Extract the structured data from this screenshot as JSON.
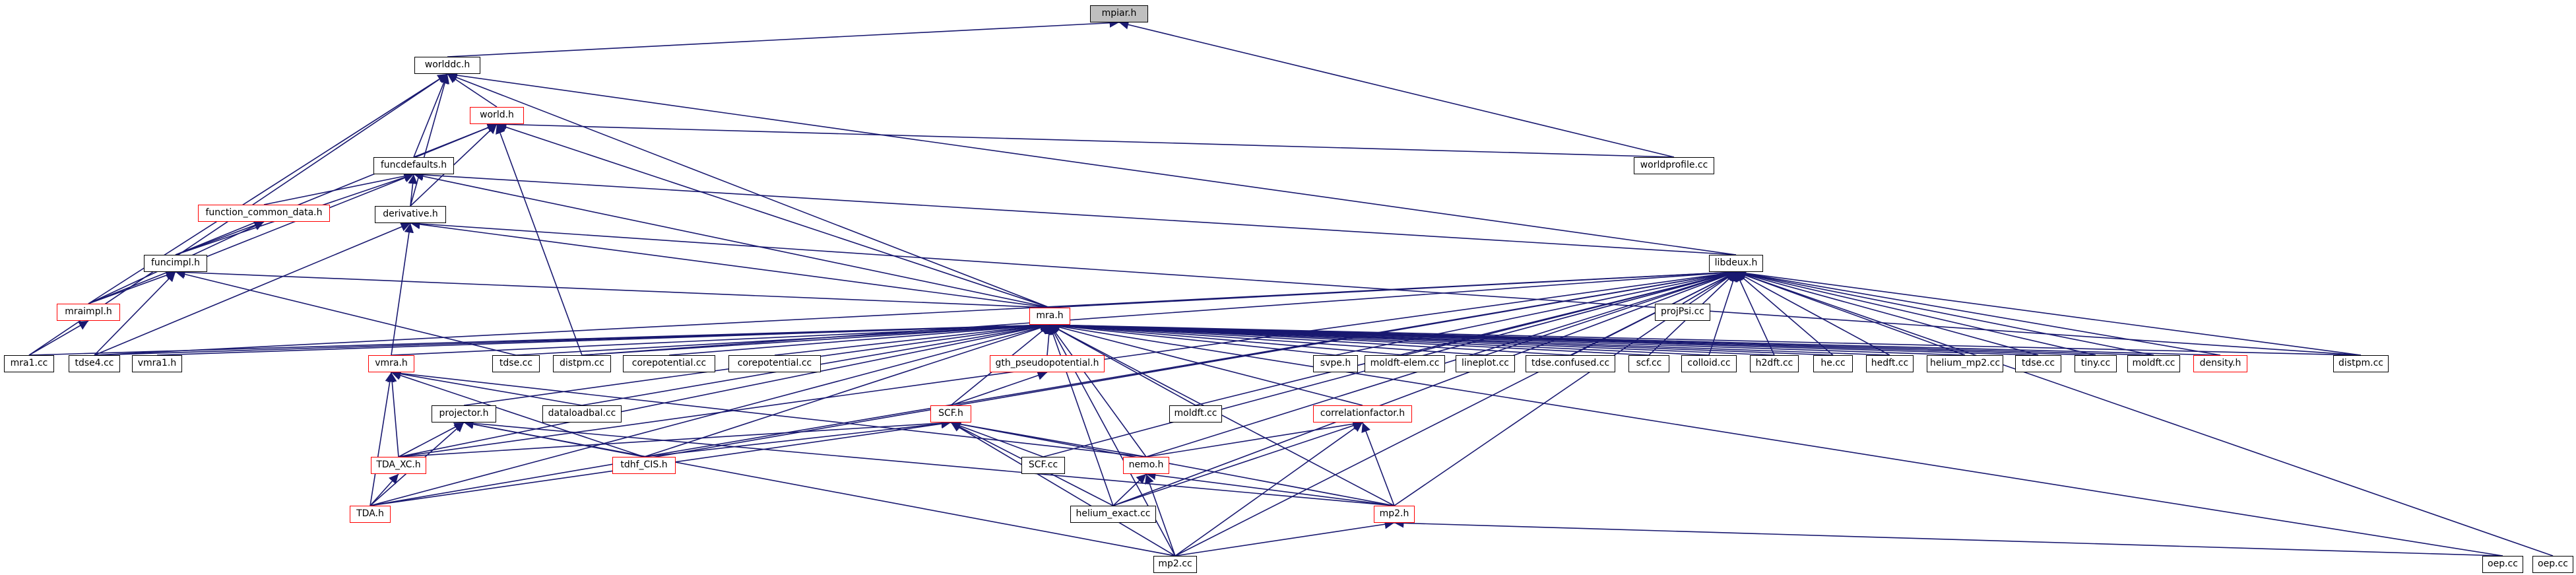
{
  "colors": {
    "edge": "#191970",
    "linked_border": "#000000",
    "unlinked_border": "#ff0000",
    "root_fill": "#bfbfbf"
  },
  "nodes": [
    {
      "id": "mpiar_h",
      "label": "mpiar.h",
      "red": false,
      "root": true
    },
    {
      "id": "worlddc_h",
      "label": "worlddc.h",
      "red": false
    },
    {
      "id": "world_h",
      "label": "world.h",
      "red": true
    },
    {
      "id": "funcdefaults_h",
      "label": "funcdefaults.h",
      "red": false
    },
    {
      "id": "function_common_data_h",
      "label": "function_common_data.h",
      "red": true
    },
    {
      "id": "derivative_h",
      "label": "derivative.h",
      "red": false
    },
    {
      "id": "funcimpl_h",
      "label": "funcimpl.h",
      "red": false
    },
    {
      "id": "mraimpl_h",
      "label": "mraimpl.h",
      "red": true
    },
    {
      "id": "mra1_cc",
      "label": "mra1.cc",
      "red": false
    },
    {
      "id": "tdse4_cc",
      "label": "tdse4.cc",
      "red": false
    },
    {
      "id": "vmra1_h",
      "label": "vmra1.h",
      "red": false
    },
    {
      "id": "vmra_h",
      "label": "vmra.h",
      "red": true
    },
    {
      "id": "mra_h",
      "label": "mra.h",
      "red": true
    },
    {
      "id": "tdse_cc_1",
      "label": "tdse.cc",
      "red": false
    },
    {
      "id": "distpm_cc_1",
      "label": "distpm.cc",
      "red": false
    },
    {
      "id": "corepotential_cc_1",
      "label": "corepotential.cc",
      "red": false
    },
    {
      "id": "corepotential_cc_2",
      "label": "corepotential.cc",
      "red": false
    },
    {
      "id": "gth_pseudopotential_h",
      "label": "gth_pseudopotential.h",
      "red": true
    },
    {
      "id": "projector_h",
      "label": "projector.h",
      "red": false
    },
    {
      "id": "dataloadbal_cc",
      "label": "dataloadbal.cc",
      "red": false
    },
    {
      "id": "scf_h",
      "label": "SCF.h",
      "red": true
    },
    {
      "id": "tda_xc_h",
      "label": "TDA_XC.h",
      "red": true
    },
    {
      "id": "tdhf_cis_h",
      "label": "tdhf_CIS.h",
      "red": true
    },
    {
      "id": "tda_h",
      "label": "TDA.h",
      "red": true
    },
    {
      "id": "scf_cc",
      "label": "SCF.cc",
      "red": false
    },
    {
      "id": "nemo_h",
      "label": "nemo.h",
      "red": true
    },
    {
      "id": "helium_exact_cc",
      "label": "helium_exact.cc",
      "red": false
    },
    {
      "id": "mp2_cc",
      "label": "mp2.cc",
      "red": false
    },
    {
      "id": "svpe_h",
      "label": "svpe.h",
      "red": false
    },
    {
      "id": "moldft_cc_1",
      "label": "moldft.cc",
      "red": false
    },
    {
      "id": "moldft_elem_cc",
      "label": "moldft-elem.cc",
      "red": false
    },
    {
      "id": "lineplot_cc",
      "label": "lineplot.cc",
      "red": false
    },
    {
      "id": "correlationfactor_h",
      "label": "correlationfactor.h",
      "red": true
    },
    {
      "id": "mp2_h",
      "label": "mp2.h",
      "red": true
    },
    {
      "id": "tdse_confused_cc",
      "label": "tdse.confused.cc",
      "red": false
    },
    {
      "id": "scf_cc_lower",
      "label": "scf.cc",
      "red": false
    },
    {
      "id": "colloid_cc",
      "label": "colloid.cc",
      "red": false
    },
    {
      "id": "h2dft_cc",
      "label": "h2dft.cc",
      "red": false
    },
    {
      "id": "he_cc",
      "label": "he.cc",
      "red": false
    },
    {
      "id": "hedft_cc",
      "label": "hedft.cc",
      "red": false
    },
    {
      "id": "helium_mp2_cc",
      "label": "helium_mp2.cc",
      "red": false
    },
    {
      "id": "tdse_cc_2",
      "label": "tdse.cc",
      "red": false
    },
    {
      "id": "tiny_cc",
      "label": "tiny.cc",
      "red": false
    },
    {
      "id": "moldft_cc_2",
      "label": "moldft.cc",
      "red": false
    },
    {
      "id": "density_h",
      "label": "density.h",
      "red": true
    },
    {
      "id": "distpm_cc_2",
      "label": "distpm.cc",
      "red": false
    },
    {
      "id": "libdeux_h",
      "label": "libdeux.h",
      "red": false
    },
    {
      "id": "projpsi_cc",
      "label": "projPsi.cc",
      "red": false
    },
    {
      "id": "worldprofile_cc",
      "label": "worldprofile.cc",
      "red": false
    },
    {
      "id": "oep_cc_1",
      "label": "oep.cc",
      "red": false
    },
    {
      "id": "oep_cc_2",
      "label": "oep.cc",
      "red": false
    }
  ],
  "edges": [
    [
      "worlddc_h",
      "mpiar_h"
    ],
    [
      "worldprofile_cc",
      "mpiar_h"
    ],
    [
      "world_h",
      "worlddc_h"
    ],
    [
      "funcdefaults_h",
      "worlddc_h"
    ],
    [
      "derivative_h",
      "worlddc_h"
    ],
    [
      "mraimpl_h",
      "worlddc_h"
    ],
    [
      "mra1_cc",
      "worlddc_h"
    ],
    [
      "mra_h",
      "worlddc_h"
    ],
    [
      "libdeux_h",
      "worlddc_h"
    ],
    [
      "funcdefaults_h",
      "world_h"
    ],
    [
      "derivative_h",
      "world_h"
    ],
    [
      "funcimpl_h",
      "world_h"
    ],
    [
      "mra_h",
      "world_h"
    ],
    [
      "distpm_cc_1",
      "world_h"
    ],
    [
      "worldprofile_cc",
      "world_h"
    ],
    [
      "function_common_data_h",
      "funcdefaults_h"
    ],
    [
      "derivative_h",
      "funcdefaults_h"
    ],
    [
      "funcimpl_h",
      "funcdefaults_h"
    ],
    [
      "mra_h",
      "funcdefaults_h"
    ],
    [
      "libdeux_h",
      "funcdefaults_h"
    ],
    [
      "mraimpl_h",
      "funcdefaults_h"
    ],
    [
      "funcimpl_h",
      "function_common_data_h"
    ],
    [
      "mraimpl_h",
      "function_common_data_h"
    ],
    [
      "mra_h",
      "derivative_h"
    ],
    [
      "vmra_h",
      "derivative_h"
    ],
    [
      "tdse4_cc",
      "derivative_h"
    ],
    [
      "distpm_cc_2",
      "derivative_h"
    ],
    [
      "mraimpl_h",
      "funcimpl_h"
    ],
    [
      "tdse4_cc",
      "funcimpl_h"
    ],
    [
      "mra_h",
      "funcimpl_h"
    ],
    [
      "tdse_cc_1",
      "funcimpl_h"
    ],
    [
      "mra1_cc",
      "mraimpl_h"
    ],
    [
      "mra1_cc",
      "mra_h"
    ],
    [
      "tdse4_cc",
      "mra_h"
    ],
    [
      "vmra1_h",
      "mra_h"
    ],
    [
      "vmra_h",
      "mra_h"
    ],
    [
      "tdse_cc_1",
      "mra_h"
    ],
    [
      "distpm_cc_1",
      "mra_h"
    ],
    [
      "corepotential_cc_1",
      "mra_h"
    ],
    [
      "corepotential_cc_2",
      "mra_h"
    ],
    [
      "gth_pseudopotential_h",
      "mra_h"
    ],
    [
      "projector_h",
      "mra_h"
    ],
    [
      "dataloadbal_cc",
      "mra_h"
    ],
    [
      "scf_h",
      "mra_h"
    ],
    [
      "tda_xc_h",
      "mra_h"
    ],
    [
      "tdhf_cis_h",
      "mra_h"
    ],
    [
      "tda_h",
      "mra_h"
    ],
    [
      "nemo_h",
      "mra_h"
    ],
    [
      "helium_exact_cc",
      "mra_h"
    ],
    [
      "mp2_cc",
      "mra_h"
    ],
    [
      "svpe_h",
      "mra_h"
    ],
    [
      "moldft_cc_1",
      "mra_h"
    ],
    [
      "moldft_elem_cc",
      "mra_h"
    ],
    [
      "lineplot_cc",
      "mra_h"
    ],
    [
      "correlationfactor_h",
      "mra_h"
    ],
    [
      "mp2_h",
      "mra_h"
    ],
    [
      "tdse_confused_cc",
      "mra_h"
    ],
    [
      "scf_cc_lower",
      "mra_h"
    ],
    [
      "colloid_cc",
      "mra_h"
    ],
    [
      "h2dft_cc",
      "mra_h"
    ],
    [
      "he_cc",
      "mra_h"
    ],
    [
      "hedft_cc",
      "mra_h"
    ],
    [
      "helium_mp2_cc",
      "mra_h"
    ],
    [
      "tdse_cc_2",
      "mra_h"
    ],
    [
      "tiny_cc",
      "mra_h"
    ],
    [
      "moldft_cc_2",
      "mra_h"
    ],
    [
      "density_h",
      "mra_h"
    ],
    [
      "distpm_cc_2",
      "mra_h"
    ],
    [
      "oep_cc_1",
      "mra_h"
    ],
    [
      "dataloadbal_cc",
      "vmra_h"
    ],
    [
      "tda_xc_h",
      "vmra_h"
    ],
    [
      "tda_h",
      "vmra_h"
    ],
    [
      "tdhf_cis_h",
      "vmra_h"
    ],
    [
      "nemo_h",
      "vmra_h"
    ],
    [
      "scf_h",
      "gth_pseudopotential_h"
    ],
    [
      "tda_xc_h",
      "projector_h"
    ],
    [
      "tda_h",
      "projector_h"
    ],
    [
      "tdhf_cis_h",
      "projector_h"
    ],
    [
      "mp2_cc",
      "projector_h"
    ],
    [
      "mp2_h",
      "projector_h"
    ],
    [
      "tda_xc_h",
      "scf_h"
    ],
    [
      "tdhf_cis_h",
      "scf_h"
    ],
    [
      "tda_h",
      "scf_h"
    ],
    [
      "scf_cc",
      "scf_h"
    ],
    [
      "nemo_h",
      "scf_h"
    ],
    [
      "helium_exact_cc",
      "scf_h"
    ],
    [
      "mp2_cc",
      "scf_h"
    ],
    [
      "mp2_h",
      "scf_h"
    ],
    [
      "tda_h",
      "tda_xc_h"
    ],
    [
      "helium_exact_cc",
      "nemo_h"
    ],
    [
      "mp2_cc",
      "nemo_h"
    ],
    [
      "mp2_h",
      "nemo_h"
    ],
    [
      "nemo_h",
      "correlationfactor_h"
    ],
    [
      "helium_exact_cc",
      "correlationfactor_h"
    ],
    [
      "mp2_cc",
      "correlationfactor_h"
    ],
    [
      "mp2_h",
      "correlationfactor_h"
    ],
    [
      "mp2_cc",
      "mp2_h"
    ],
    [
      "oep_cc_1",
      "mp2_h"
    ],
    [
      "mra_h",
      "libdeux_h"
    ],
    [
      "tdse4_cc",
      "libdeux_h"
    ],
    [
      "tda_xc_h",
      "libdeux_h"
    ],
    [
      "tdhf_cis_h",
      "libdeux_h"
    ],
    [
      "tda_h",
      "libdeux_h"
    ],
    [
      "distpm_cc_1",
      "libdeux_h"
    ],
    [
      "svpe_h",
      "libdeux_h"
    ],
    [
      "moldft_cc_1",
      "libdeux_h"
    ],
    [
      "moldft_elem_cc",
      "libdeux_h"
    ],
    [
      "lineplot_cc",
      "libdeux_h"
    ],
    [
      "tdse_confused_cc",
      "libdeux_h"
    ],
    [
      "projpsi_cc",
      "libdeux_h"
    ],
    [
      "scf_cc_lower",
      "libdeux_h"
    ],
    [
      "colloid_cc",
      "libdeux_h"
    ],
    [
      "h2dft_cc",
      "libdeux_h"
    ],
    [
      "he_cc",
      "libdeux_h"
    ],
    [
      "hedft_cc",
      "libdeux_h"
    ],
    [
      "helium_mp2_cc",
      "libdeux_h"
    ],
    [
      "tdse_cc_2",
      "libdeux_h"
    ],
    [
      "tiny_cc",
      "libdeux_h"
    ],
    [
      "moldft_cc_2",
      "libdeux_h"
    ],
    [
      "density_h",
      "libdeux_h"
    ],
    [
      "distpm_cc_2",
      "libdeux_h"
    ],
    [
      "scf_cc",
      "libdeux_h"
    ],
    [
      "nemo_h",
      "libdeux_h"
    ],
    [
      "helium_exact_cc",
      "libdeux_h"
    ],
    [
      "mp2_h",
      "libdeux_h"
    ],
    [
      "mp2_cc",
      "libdeux_h"
    ],
    [
      "oep_cc_2",
      "libdeux_h"
    ]
  ]
}
